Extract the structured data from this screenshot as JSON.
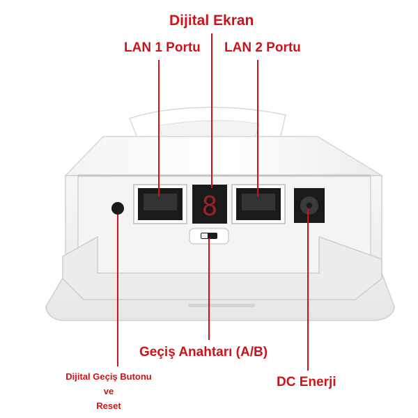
{
  "labels": {
    "digital_display": "Dijital Ekran",
    "lan1_port": "LAN 1 Portu",
    "lan2_port": "LAN 2 Portu",
    "mode_switch": "Geçiş Anahtarı (A/B)",
    "dc_power": "DC Enerji",
    "digital_button_line1": "Dijital Geçiş Butonu",
    "digital_button_line2": "ve",
    "digital_button_line3": "Reset"
  },
  "display": {
    "digit": "8"
  },
  "colors": {
    "accent": "#d01218",
    "device_body": "#f2f2f2",
    "port_black": "#1a1a1a",
    "display_red": "#cc2a2a"
  }
}
